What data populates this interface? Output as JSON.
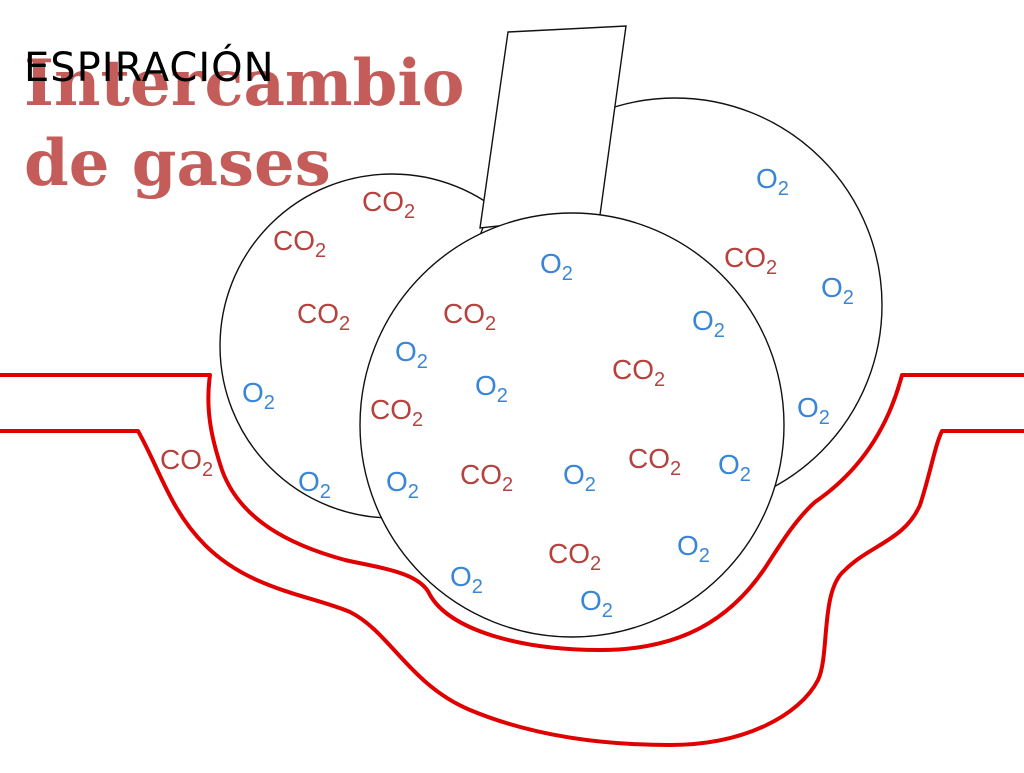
{
  "title": {
    "text": "Intercambio\nde gases",
    "color": "#c0504d"
  },
  "overlay_label": "ESPIRACIÓN",
  "gases": {
    "co2": {
      "base": "CO",
      "sub": "2",
      "color": "#b5423f"
    },
    "o2": {
      "base": "O",
      "sub": "2",
      "color": "#3a86d6"
    }
  },
  "capillary_color": "#e00000",
  "alveolus_stroke": "#111111"
}
